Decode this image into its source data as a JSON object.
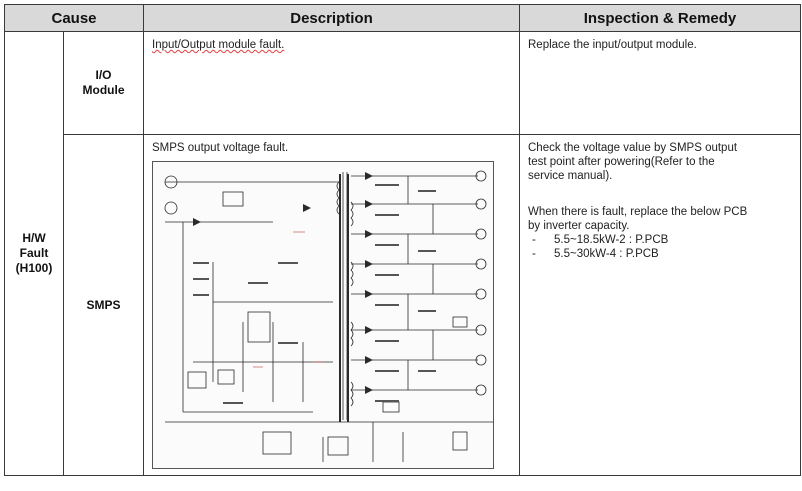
{
  "table": {
    "headers": {
      "cause": "Cause",
      "description": "Description",
      "remedy": "Inspection & Remedy"
    },
    "cause": {
      "lines": [
        "H/W",
        "Fault",
        "(H100)"
      ]
    },
    "rows": [
      {
        "sub": [
          "I/O",
          "Module"
        ],
        "description": "Input/Output module fault.",
        "remedy": "Replace the input/output module."
      },
      {
        "sub": [
          "SMPS"
        ],
        "description": "SMPS output voltage fault.",
        "remedy_lines": [
          "Check the voltage value by SMPS output",
          "test point after powering(Refer to the",
          "service manual)."
        ],
        "remedy_lines2": [
          "When there is fault, replace the below PCB",
          "by inverter capacity."
        ],
        "pcb": [
          "5.5~18.5kW-2 : P.PCB",
          "5.5~30kW-4 : P.PCB"
        ]
      }
    ]
  }
}
